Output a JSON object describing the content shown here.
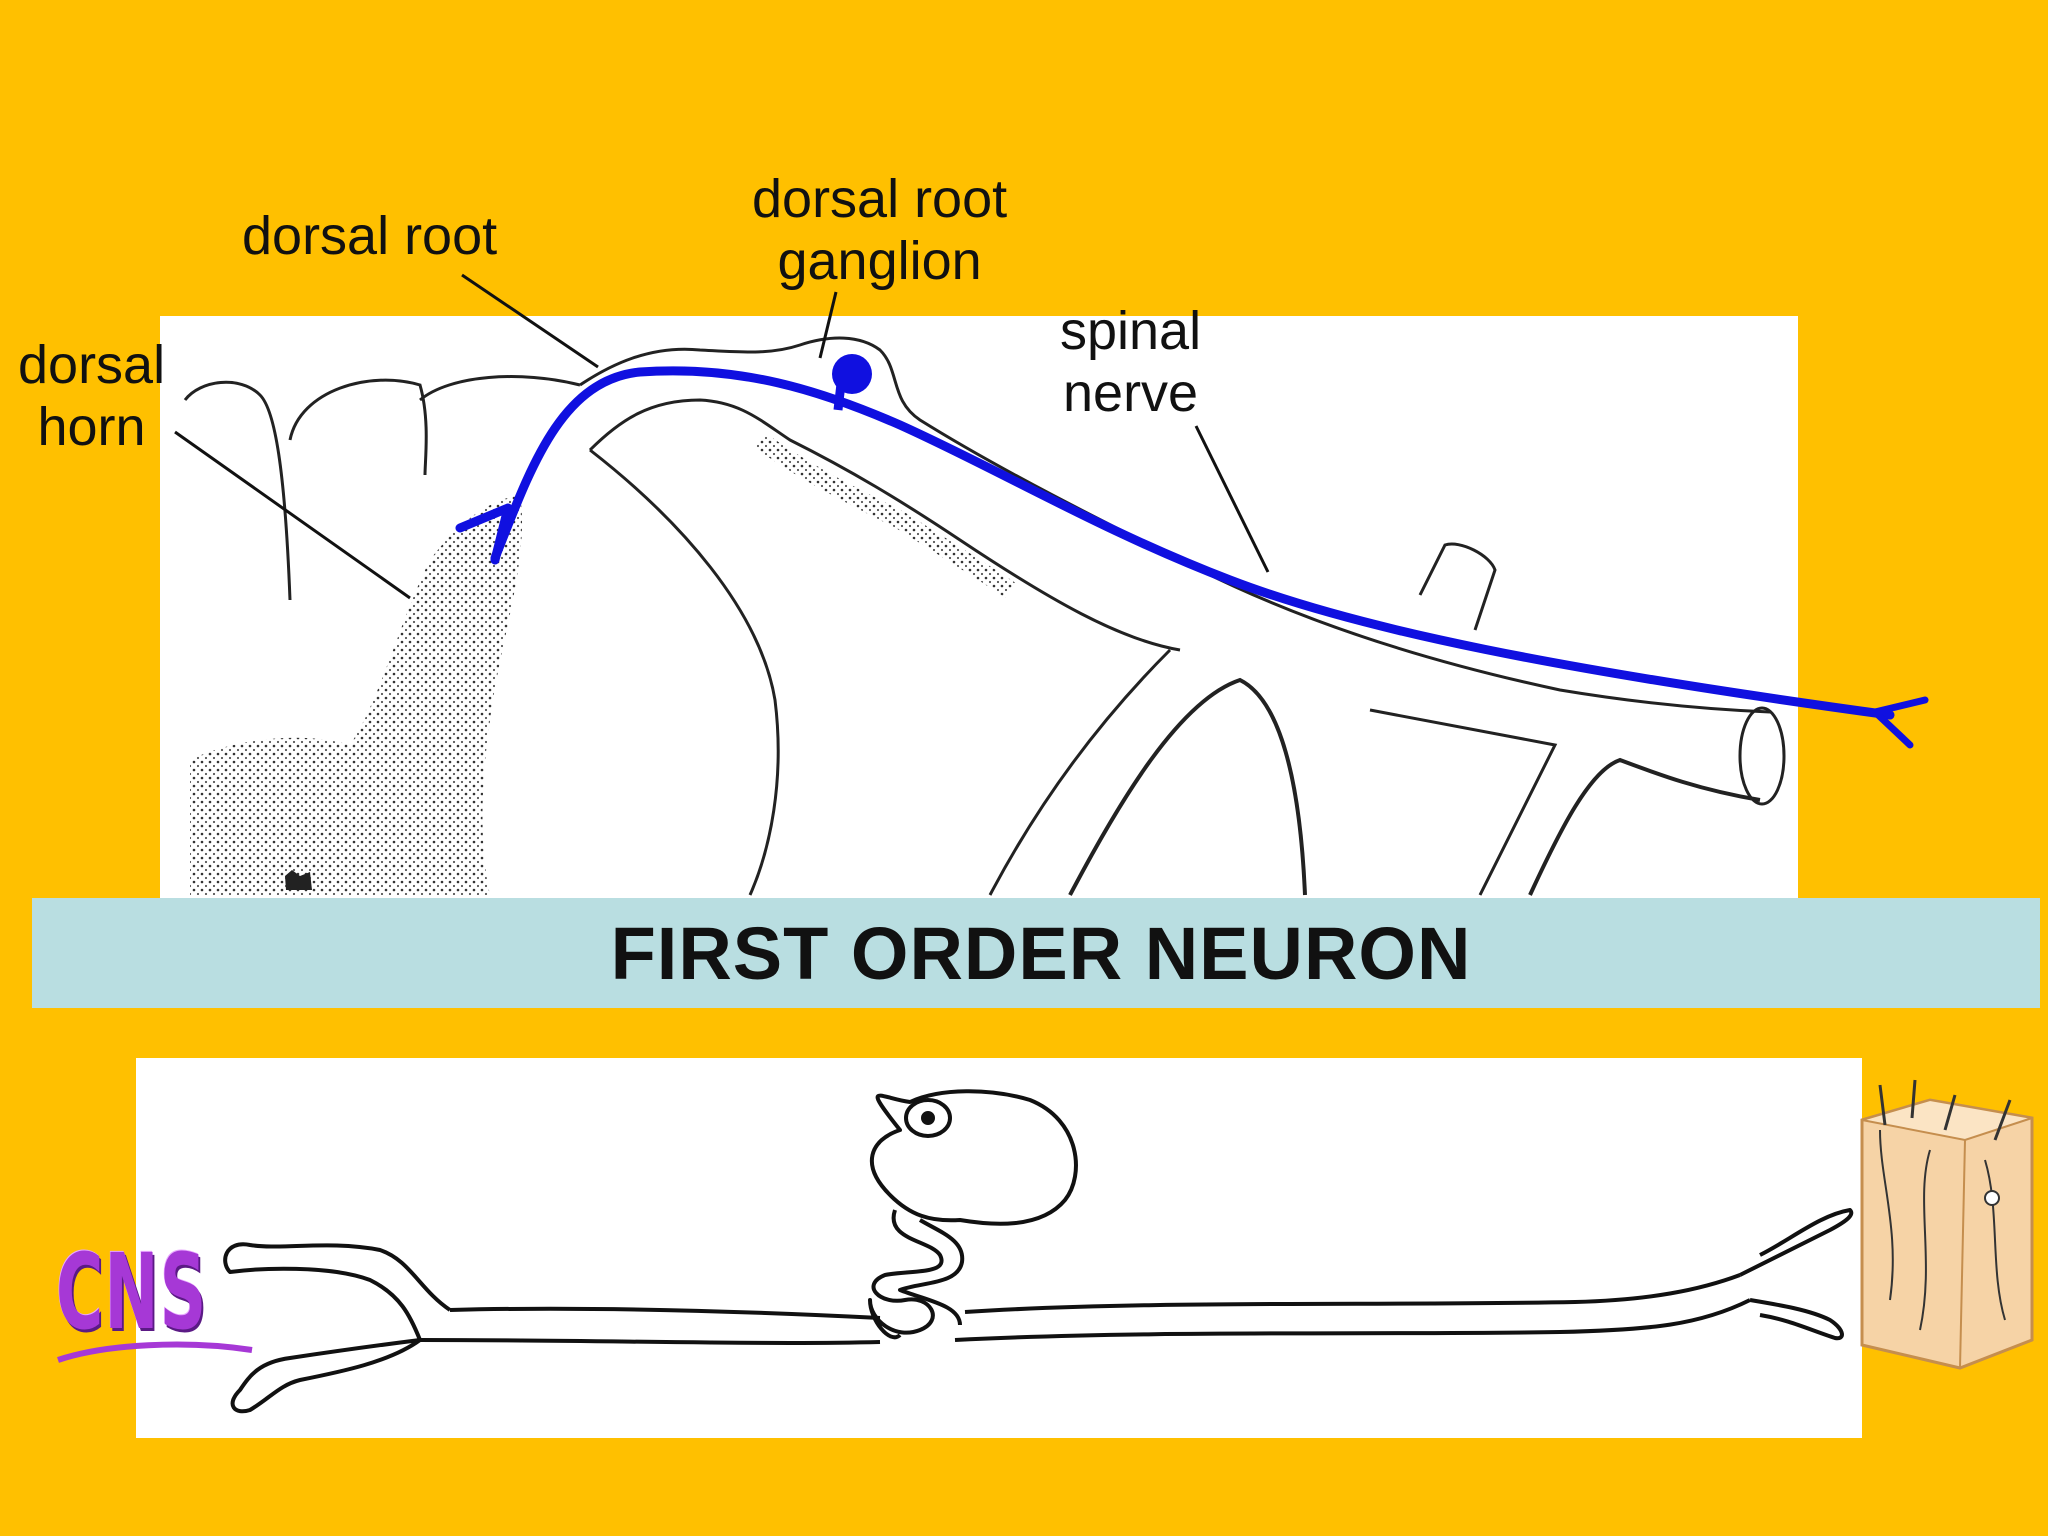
{
  "title": "FIRST ORDER NEURON",
  "labels": {
    "dorsal_root": "dorsal root",
    "dorsal_root_ganglion": "dorsal root\nganglion",
    "dorsal_horn": "dorsal\nhorn",
    "spinal_nerve": "spinal\nnerve"
  },
  "logo_text": "CNS",
  "colors": {
    "background": "#FFC000",
    "title_band": "#B9DEE1",
    "neuron_path": "#1010E0",
    "logo": "#A638D6",
    "skin": "#F6D3A6"
  },
  "icons": {
    "logo": "cns-logo-icon",
    "skin": "skin-section-icon"
  }
}
